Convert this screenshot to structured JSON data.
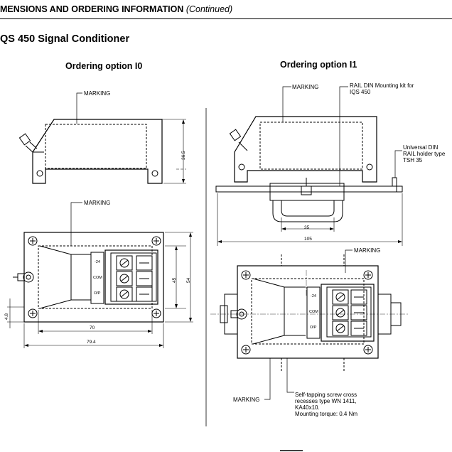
{
  "header": {
    "section": "MENSIONS AND ORDERING INFORMATION",
    "continued": "(Continued)"
  },
  "title": "QS 450 Signal Conditioner",
  "option_i0": {
    "heading": "Ordering option I0",
    "marking_top": "MARKING",
    "marking_bottom": "MARKING",
    "dim_height": "36.5",
    "dim_45": "45",
    "dim_54": "54",
    "dim_48": "4.8",
    "dim_70": "70",
    "dim_794": "79.4",
    "terminals": [
      "-24",
      "COM",
      "O/P"
    ]
  },
  "option_i1": {
    "heading": "Ordering option I1",
    "marking_top": "MARKING",
    "rail_kit": [
      "RAIL DIN Mounting kit for",
      "IQS 450"
    ],
    "din_holder": [
      "Universal DIN",
      "RAIL holder type",
      "TSH 35"
    ],
    "dim_35": "35",
    "dim_105": "105",
    "marking_mid": "MARKING",
    "marking_bottom": "MARKING",
    "screw_note": [
      "Self-tapping screw cross",
      "recesses type WN 1411,",
      "KA40x10.",
      "Mounting torque: 0.4 Nm"
    ],
    "terminals": [
      "-24",
      "COM",
      "O/P"
    ]
  }
}
